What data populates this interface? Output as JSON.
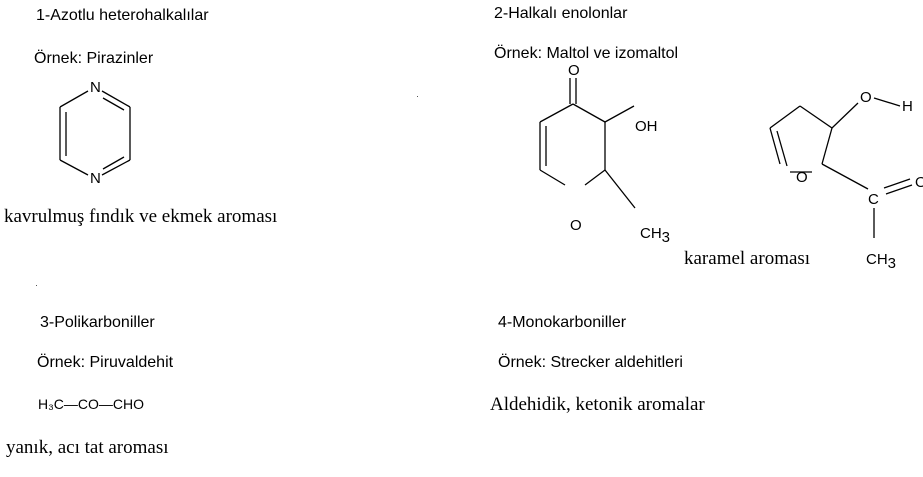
{
  "sections": {
    "s1": {
      "title": "1-Azotlu heterohalkalılar",
      "example": "Örnek: Pirazinler",
      "atom_labels": [
        "N",
        "N"
      ],
      "aroma": "kavrulmuş fındık ve ekmek aroması"
    },
    "s2": {
      "title": "2-Halkalı enolonlar",
      "example": "Örnek: Maltol ve izomaltol",
      "maltol_labels": {
        "o_top": "O",
        "oh": "OH",
        "o_ring": "O",
        "ch3": "CH",
        "ch3_sub": "3"
      },
      "isomaltol_labels": {
        "o_h": "O",
        "h": "H",
        "o_ring": "O",
        "c": "C",
        "o_eq": "O",
        "ch3": "CH",
        "ch3_sub": "3"
      },
      "aroma": "karamel aroması"
    },
    "s3": {
      "title": "3-Polikarboniller",
      "example": "Örnek: Piruvaldehit",
      "formula": "H₃C—CO—CHO",
      "aroma": "yanık, acı tat aroması"
    },
    "s4": {
      "title": "4-Monokarboniller",
      "example": "Örnek: Strecker aldehitleri",
      "aroma": "Aldehidik, ketonik aromalar"
    }
  }
}
